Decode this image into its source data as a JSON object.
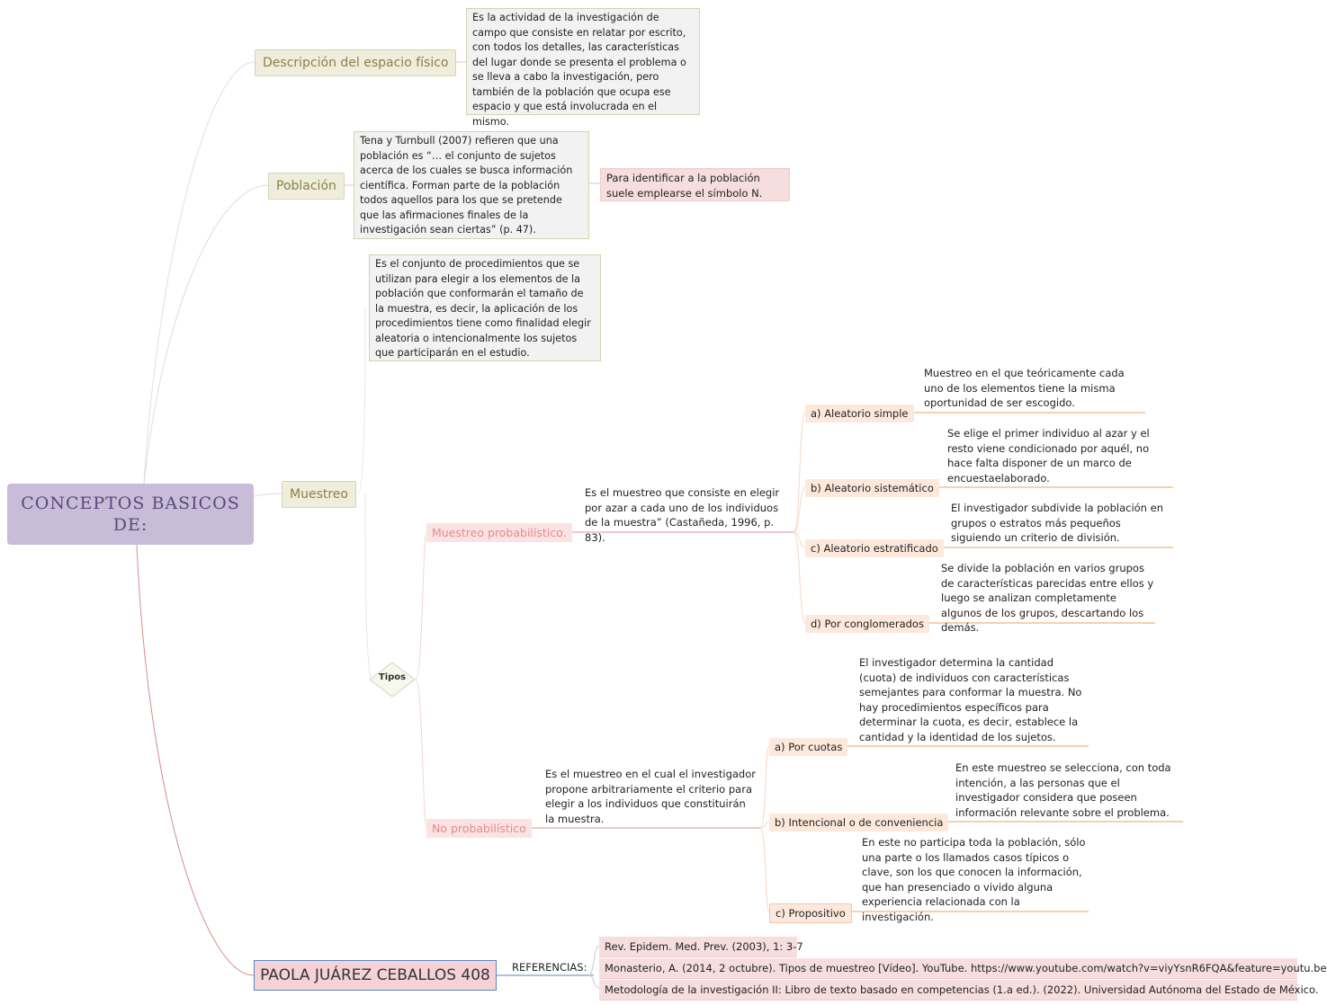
{
  "root": {
    "title": "CONCEPTOS BASICOS DE:"
  },
  "descripcion": {
    "label": "Descripción del espacio físico",
    "text": "Es la actividad de la investigación de campo que consiste en relatar por escrito, con todos los detalles, las características del lugar donde se presenta el problema o se lleva a cabo la investigación, pero también de la población que ocupa ese espacio y que está involucrada en el mismo."
  },
  "poblacion": {
    "label": "Población",
    "text": "Tena y Turnbull (2007) refieren que una población es “… el conjunto de sujetos acerca de los cuales se busca información científica. Forman parte de la población todos aquellos para los que se pretende que las afirmaciones finales de la investigación sean ciertas” (p. 47).",
    "note": "Para identificar a la población suele emplearse el símbolo N."
  },
  "muestreo": {
    "label": "Muestreo",
    "text": "Es el conjunto de procedimientos que se utilizan para elegir a los elementos de la población que conformarán el tamaño de la muestra, es decir, la aplicación de los procedimientos tiene como finalidad elegir aleatoria o intencionalmente los sujetos que participarán en el estudio.",
    "tipos_label": "Tipos",
    "probabilistico": {
      "label": "Muestreo probabilístico.",
      "text": "Es el muestreo que consiste en elegir por azar a cada uno de los individuos de la muestra” (Castañeda, 1996, p. 83).",
      "types": [
        {
          "label": "a) Aleatorio simple",
          "text": "Muestreo en el que teóricamente cada uno de los elementos tiene la misma oportunidad de ser escogido."
        },
        {
          "label": "b) Aleatorio sistemático",
          "text": "Se elige el primer individuo al azar y el resto viene condicionado por aquél, no hace falta disponer de un marco de encuestaelaborado."
        },
        {
          "label": "c) Aleatorio estratificado",
          "text": "El investigador subdivide la población en grupos o estratos más pequeños siguiendo un criterio de división."
        },
        {
          "label": "d) Por conglomerados",
          "text": "Se divide la población en varios grupos de características parecidas entre ellos y luego se analizan completamente algunos de los grupos, descartando los demás."
        }
      ]
    },
    "no_probabilistico": {
      "label": "No probabilístico",
      "text": "Es el muestreo en el cual el investigador propone arbitrariamente el criterio para elegir a los individuos que constituirán la muestra.",
      "types": [
        {
          "label": "a) Por cuotas",
          "text": "El investigador determina la cantidad (cuota) de individuos con características semejantes para conformar la muestra. No hay procedimientos específicos para determinar la cuota, es decir, establece la cantidad y la identidad de los sujetos."
        },
        {
          "label": "b) Intencional o de conveniencia",
          "text": "En este muestreo se selecciona, con toda intención, a las personas que el investigador considera que poseen información relevante sobre el problema."
        },
        {
          "label": "c) Propositivo",
          "text": "En este no participa toda la población, sólo una parte o los llamados casos típicos o clave, son los que conocen la información, que han presenciado o vivido alguna experiencia relacionada con la investigación."
        }
      ]
    }
  },
  "author": {
    "name": "PAOLA JUÁREZ CEBALLOS 408",
    "references_label": "REFERENCIAS:",
    "references": [
      "Rev. Epidem. Med. Prev. (2003), 1: 3-7",
      "Monasterio, A. (2014, 2 octubre). Tipos de muestreo [Vídeo]. YouTube. https://www.youtube.com/watch?v=viyYsnR6FQA&feature=youtu.be",
      "Metodología de la investigación II: Libro de texto basado en competencias (1.a ed.). (2022). Universidad Autónoma del Estado de México."
    ]
  },
  "colors": {
    "root_bg": "#c9bcd9",
    "topic_bg": "#efeedd",
    "pink_bg": "#f6dede",
    "orange_line": "#f0a060",
    "red_line": "#d99a9a"
  }
}
